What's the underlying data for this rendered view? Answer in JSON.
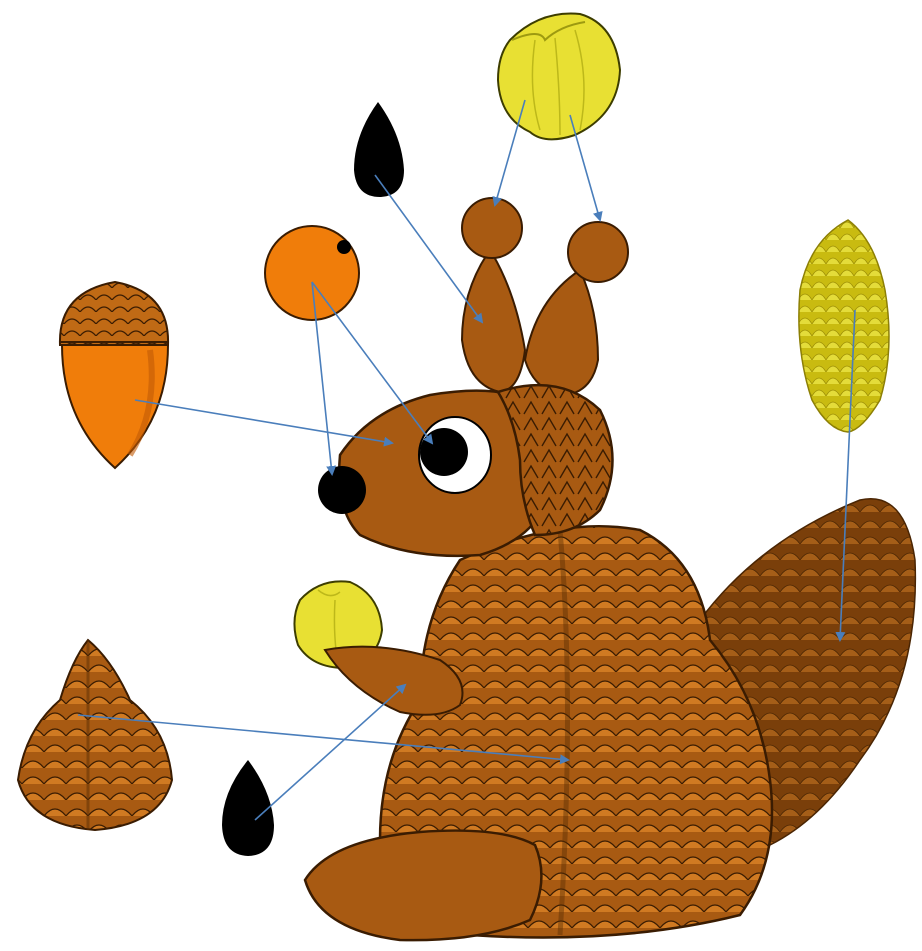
{
  "scene": {
    "background": "#ffffff",
    "arrow_color": "#4a7ebb",
    "parts": [
      {
        "name": "hazelnut",
        "color": "#e8e033",
        "role": "ear tufts (hazelnuts)"
      },
      {
        "name": "sunflower-seed",
        "color": "#000000",
        "role": "ears / paw"
      },
      {
        "name": "rowan-berry",
        "color": "#f07d0a",
        "role": "eye and nose"
      },
      {
        "name": "acorn",
        "color": "#f07d0a",
        "role": "head"
      },
      {
        "name": "spruce-cone",
        "color": "#d9cc1c",
        "role": "tail"
      },
      {
        "name": "pine-cone",
        "color": "#8a4a10",
        "role": "body"
      }
    ],
    "colors": {
      "brown": "#a85a12",
      "dark_brown": "#5c2f05",
      "orange": "#f07d0a",
      "yellow": "#e8e033",
      "cone_yellow": "#d9cc1c",
      "black": "#000000",
      "eye_white": "#ffffff"
    }
  }
}
